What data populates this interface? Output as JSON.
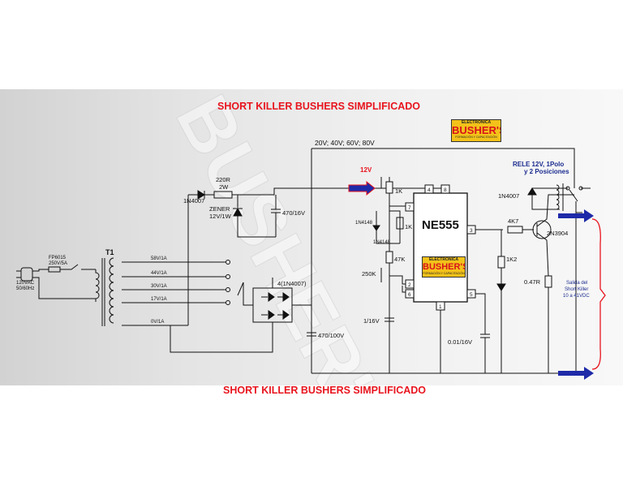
{
  "title_top": "SHORT KILLER BUSHERS SIMPLIFICADO",
  "title_bottom": "SHORT KILLER BUSHERS SIMPLIFICADO",
  "watermark": "BUSHER'S",
  "logo": {
    "top_line": "ELECTRÓNICA",
    "brand": "BUSHER'S",
    "bottom_line": "FORMACIÓN Y CAPACITACIÓN"
  },
  "labels": {
    "supply_rails": "20V; 40V; 60V; 80V",
    "v12": "12V",
    "relay": "RELE 12V, 1Polo",
    "relay2": "y 2 Posiciones",
    "d_relay": "1N4007",
    "res_4k7": "4K7",
    "transistor": "2N3904",
    "res_1k2": "1K2",
    "res_047": "0.47R",
    "out1": "Salida del",
    "out2": "Short Killer",
    "out3": "10 a 41VDC",
    "ic": "NE555",
    "pin4": "4",
    "pin8": "8",
    "pin7": "7",
    "pin3": "3",
    "pin2": "2",
    "pin6": "6",
    "pin5": "5",
    "pin1": "1",
    "r1k_top": "1K",
    "r1k_mid": "1K",
    "d4148a": "1N4148",
    "d4148b": "1N4148",
    "r47k": "47K",
    "pot250k": "250K",
    "c1_16": "1/16V",
    "c001": "0.01/16V",
    "c470_100": "470/100V",
    "bridge": "4(1N4007)",
    "res220": "220R",
    "res220b": "2W",
    "d1n4007": "1N4007",
    "zener1": "ZENER",
    "zener2": "12V/1W",
    "c470_16": "470/16V",
    "t1": "T1",
    "fuse1": "FP6015",
    "fuse2": "250V/5A",
    "ac1": "120VAC",
    "ac2": "50/60Hz",
    "tap58": "58V/1A",
    "tap44": "44V/1A",
    "tap30": "30V/1A",
    "tap17": "17V/1A",
    "tap0": "0V/1A"
  },
  "colors": {
    "title": "#e8141e",
    "wire": "#111111",
    "probe": "#1e2aa8",
    "probe_tip": "#e8141e",
    "label_blue": "#1b2c8f",
    "logo_bg": "#f3c21a"
  }
}
